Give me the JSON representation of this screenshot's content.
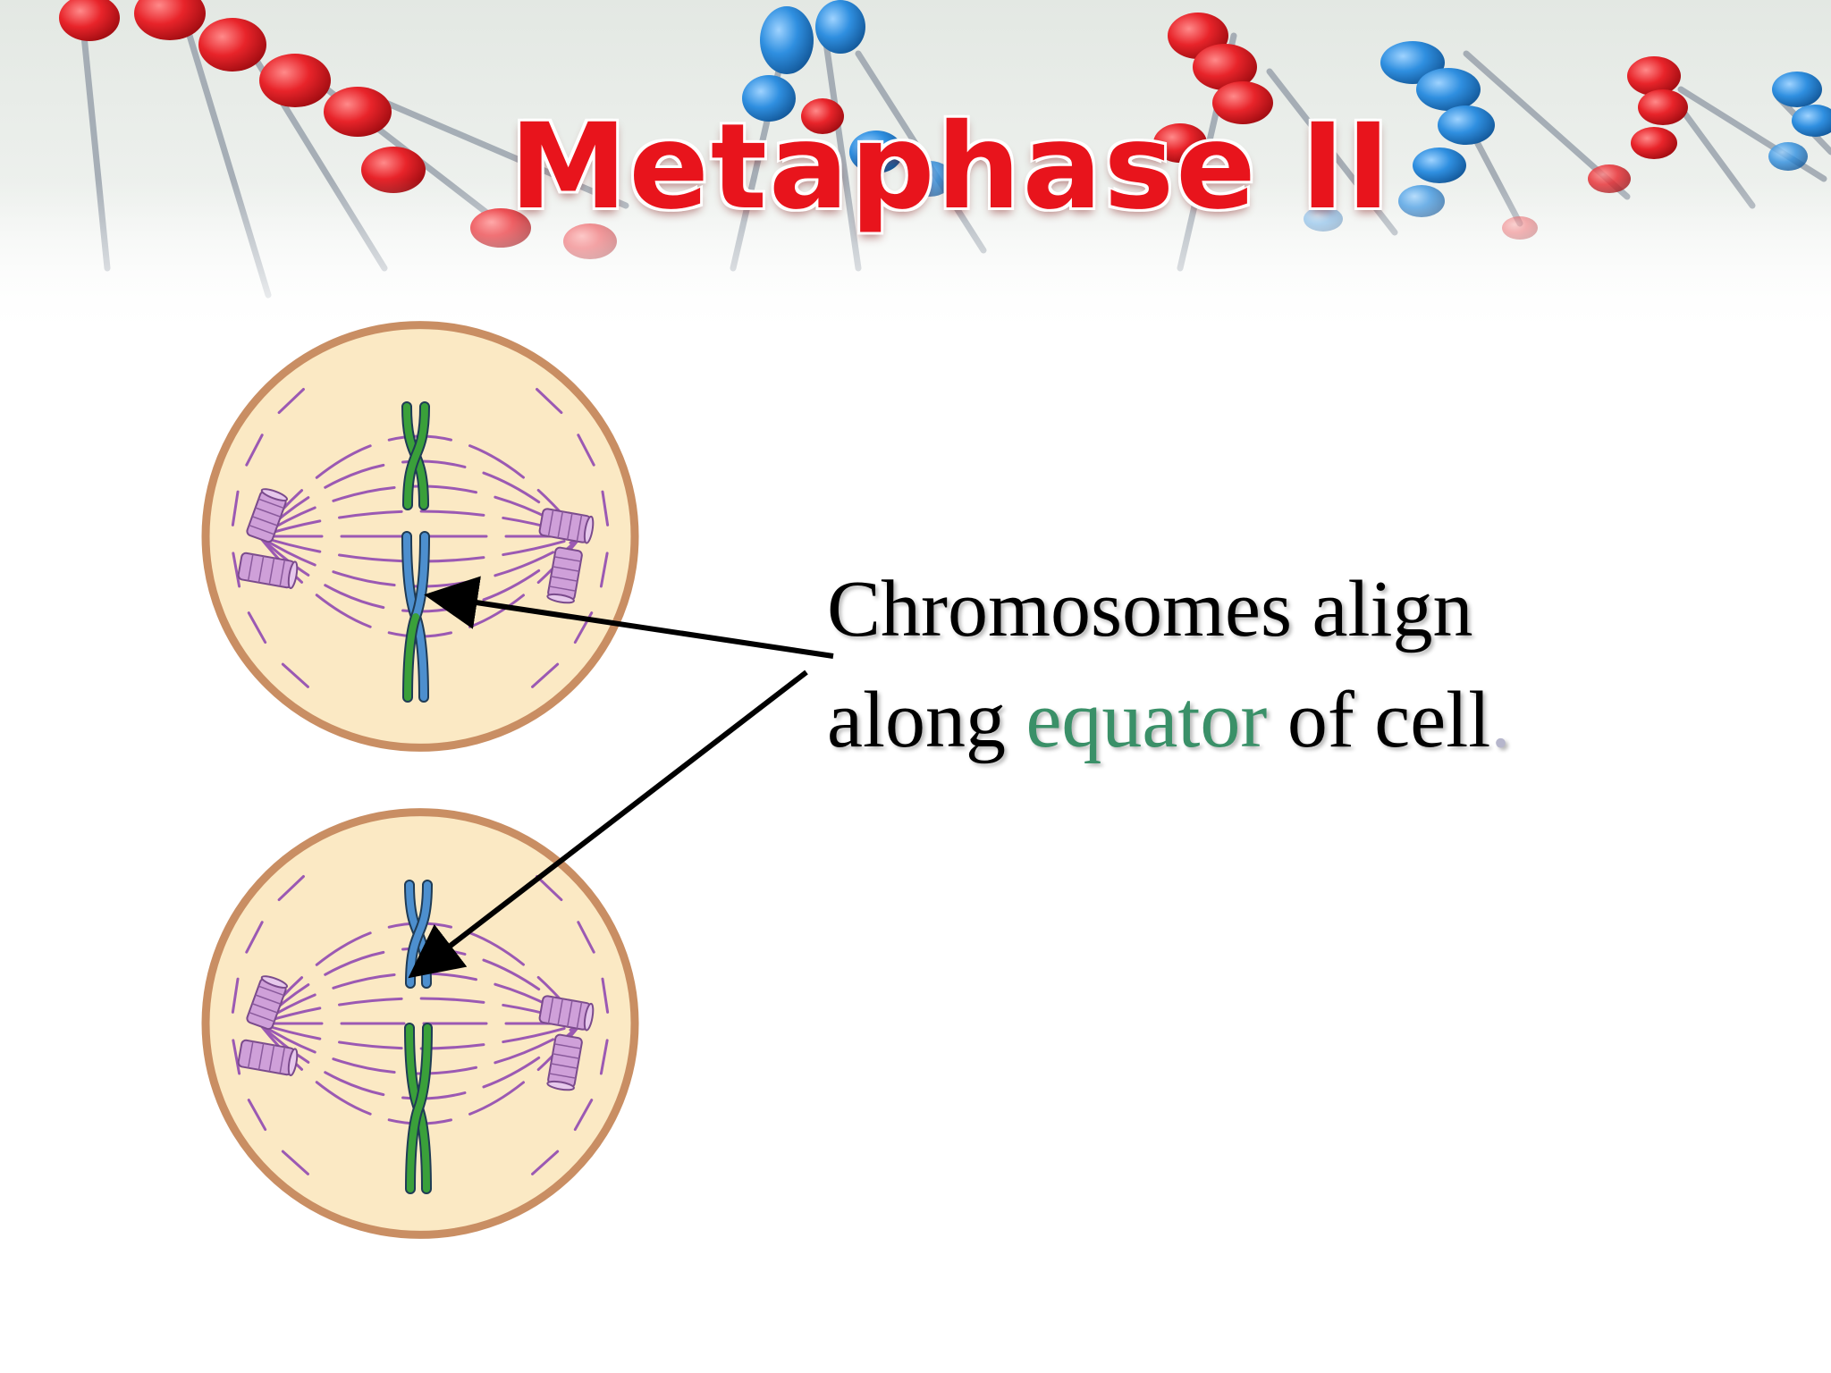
{
  "slide": {
    "title": "Metaphase II",
    "caption": {
      "line1": "Chromosomes align",
      "line2_before": "along ",
      "line2_highlight": "equator",
      "line2_after": " of cell",
      "trailing_mark": "."
    }
  },
  "colors": {
    "title": "#e8141c",
    "highlight": "#3a9068",
    "trailing_mark": "#b6b6cc",
    "caption_text": "#000000",
    "cell_fill": "#fbe9c4",
    "cell_border": "#c98e63",
    "spindle": "#9b59b3",
    "centriole": "#cfa0d9",
    "chromosome_green": "#3aa03a",
    "chromosome_blue": "#4d8fce",
    "arrow": "#000000",
    "dna_red": "#e8242a",
    "dna_blue": "#2f8fe0"
  },
  "icons": {
    "banner": "dna-helix-banner",
    "cell": "cell-metaphase-icon",
    "arrow": "arrow-icon"
  }
}
